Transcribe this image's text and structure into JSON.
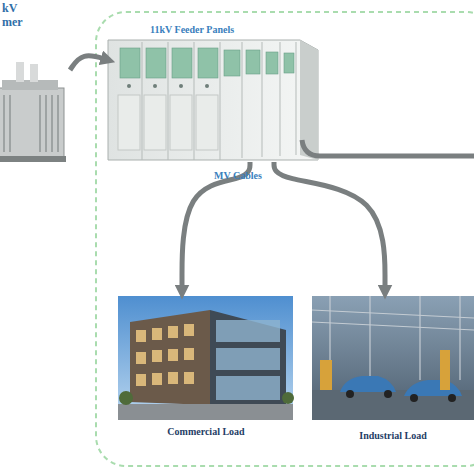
{
  "diagram": {
    "nodes": [
      {
        "text": [
          "kV mer"
        ]
      },
      {
        "text": [
          "11kV Feeder Panels"
        ]
      },
      {
        "text": [
          "Commercial Load"
        ]
      },
      {
        "text": [
          "Industrial Load"
        ]
      }
    ],
    "edges": [
      {
        "from": 0,
        "to": 1,
        "arrow": "to"
      },
      {
        "from": 1,
        "to": 2,
        "arrow": "to"
      },
      {
        "from": 1,
        "to": 3,
        "arrow": "to"
      }
    ],
    "labels": [
      "MV Cables"
    ]
  }
}
